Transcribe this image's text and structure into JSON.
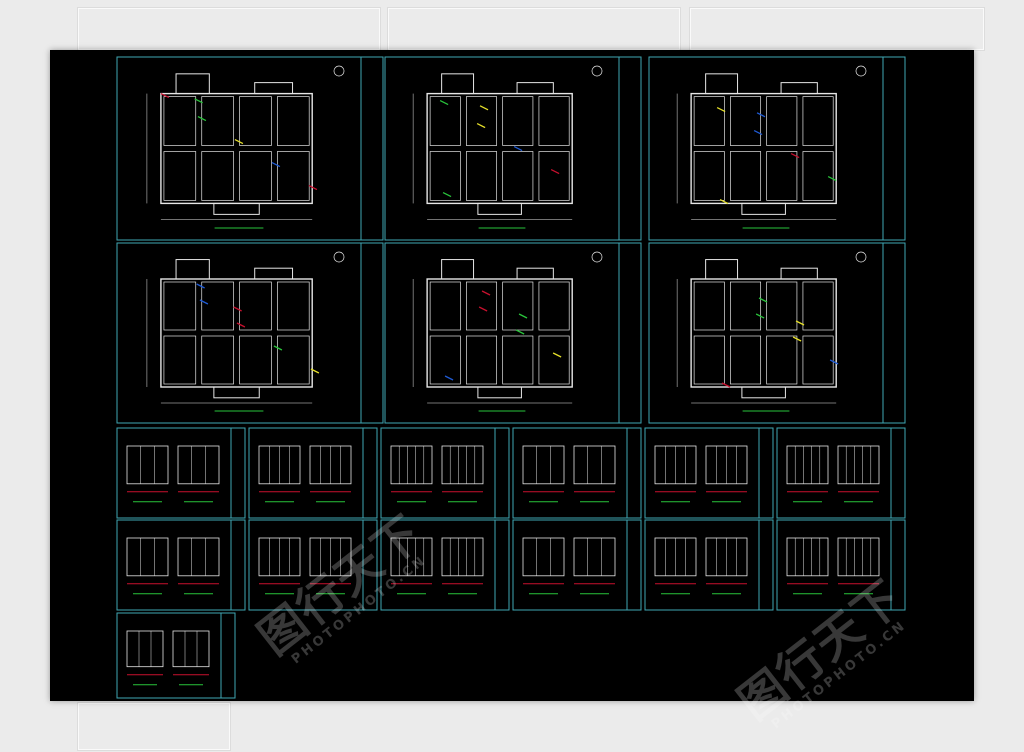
{
  "colors": {
    "background": "#ebebeb",
    "canvas": "#000000",
    "frame": "#3fa7b4",
    "wall": "#e6e6e6",
    "accent_red": "#c8102e",
    "accent_green": "#29c43b",
    "accent_yellow": "#e6e02a",
    "accent_blue": "#1f5bd6",
    "accent_cyan": "#2ab7c6"
  },
  "sheets": [
    {
      "id": "plan-original",
      "kind": "plan"
    },
    {
      "id": "plan-layout",
      "kind": "plan"
    },
    {
      "id": "plan-furniture",
      "kind": "plan"
    },
    {
      "id": "plan-demolition",
      "kind": "plan"
    },
    {
      "id": "plan-ceiling",
      "kind": "plan"
    },
    {
      "id": "plan-floor",
      "kind": "plan"
    },
    {
      "id": "elev-1",
      "kind": "elevation"
    },
    {
      "id": "elev-2",
      "kind": "elevation"
    },
    {
      "id": "elev-3",
      "kind": "elevation"
    },
    {
      "id": "elev-4",
      "kind": "elevation"
    },
    {
      "id": "elev-5",
      "kind": "elevation"
    },
    {
      "id": "elev-6",
      "kind": "elevation"
    },
    {
      "id": "elev-7",
      "kind": "elevation"
    },
    {
      "id": "elev-8",
      "kind": "elevation"
    },
    {
      "id": "elev-9",
      "kind": "elevation"
    },
    {
      "id": "elev-10",
      "kind": "elevation"
    },
    {
      "id": "elev-11",
      "kind": "elevation"
    },
    {
      "id": "elev-12",
      "kind": "elevation"
    },
    {
      "id": "elev-13",
      "kind": "elevation"
    }
  ],
  "watermarks": [
    {
      "id": "watermark-1",
      "logo": "图行天下",
      "site": "PHOTOPHOTO.CN"
    },
    {
      "id": "watermark-2",
      "logo": "图行天下",
      "site": "PHOTOPHOTO.CN"
    }
  ]
}
